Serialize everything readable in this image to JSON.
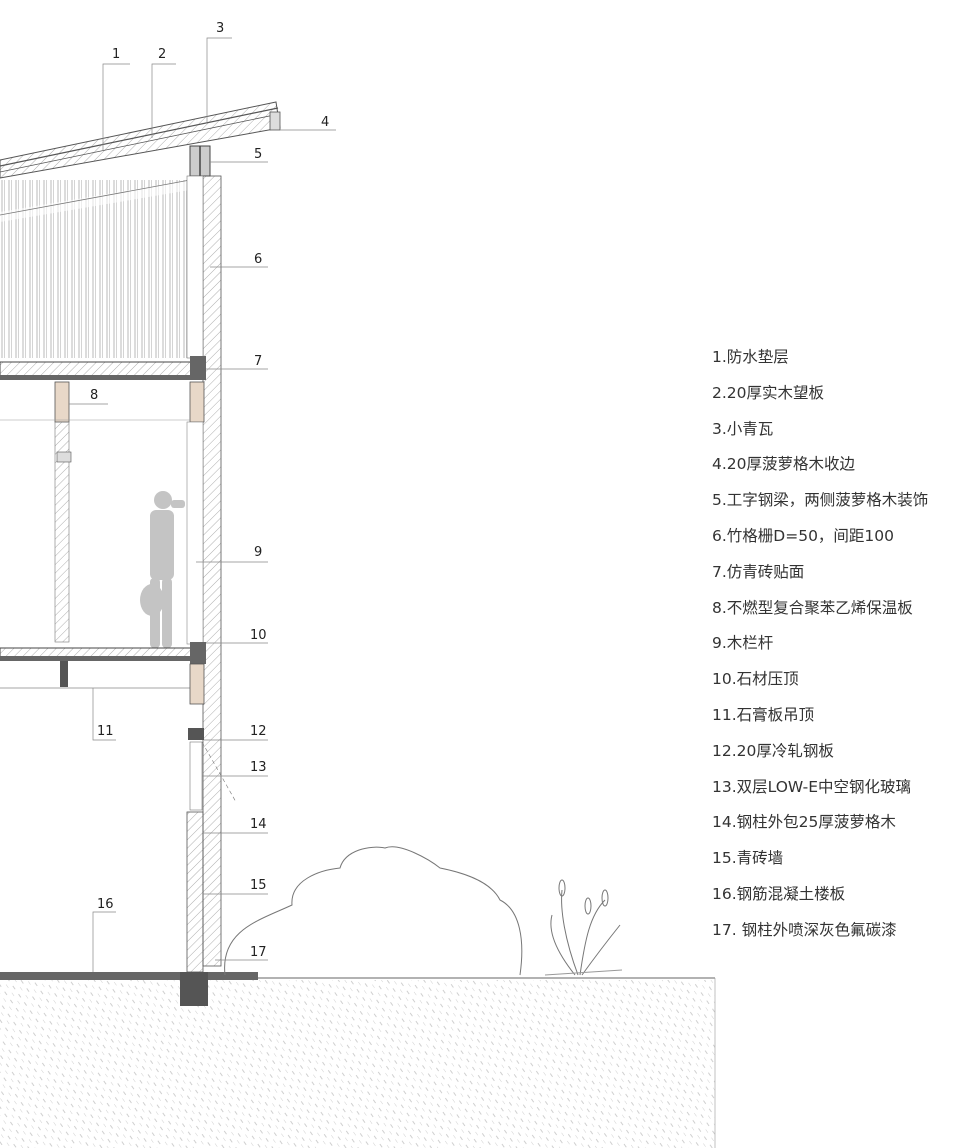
{
  "callouts": [
    "1",
    "2",
    "3",
    "4",
    "5",
    "6",
    "7",
    "8",
    "9",
    "10",
    "11",
    "12",
    "13",
    "14",
    "15",
    "16",
    "17"
  ],
  "legend": [
    "1.防水垫层",
    "2.20厚实木望板",
    "3.小青瓦",
    "4.20厚菠萝格木收边",
    "5.工字钢梁，两侧菠萝格木装饰",
    "6.竹格栅D=50，间距100",
    "7.仿青砖贴面",
    "8.不燃型复合聚苯乙烯保温板",
    "9.木栏杆",
    "10.石材压顶",
    "11.石膏板吊顶",
    "12.20厚冷轧钢板",
    "13.双层LOW-E中空钢化玻璃",
    "14.钢柱外包25厚菠萝格木",
    "15.青砖墙",
    "16.钢筋混凝土楼板",
    "17. 钢柱外喷深灰色氟碳漆"
  ],
  "colors": {
    "line": "#555555",
    "solid": "#666666",
    "fill_light": "#cccccc",
    "silhouette": "#c4c4c4"
  }
}
